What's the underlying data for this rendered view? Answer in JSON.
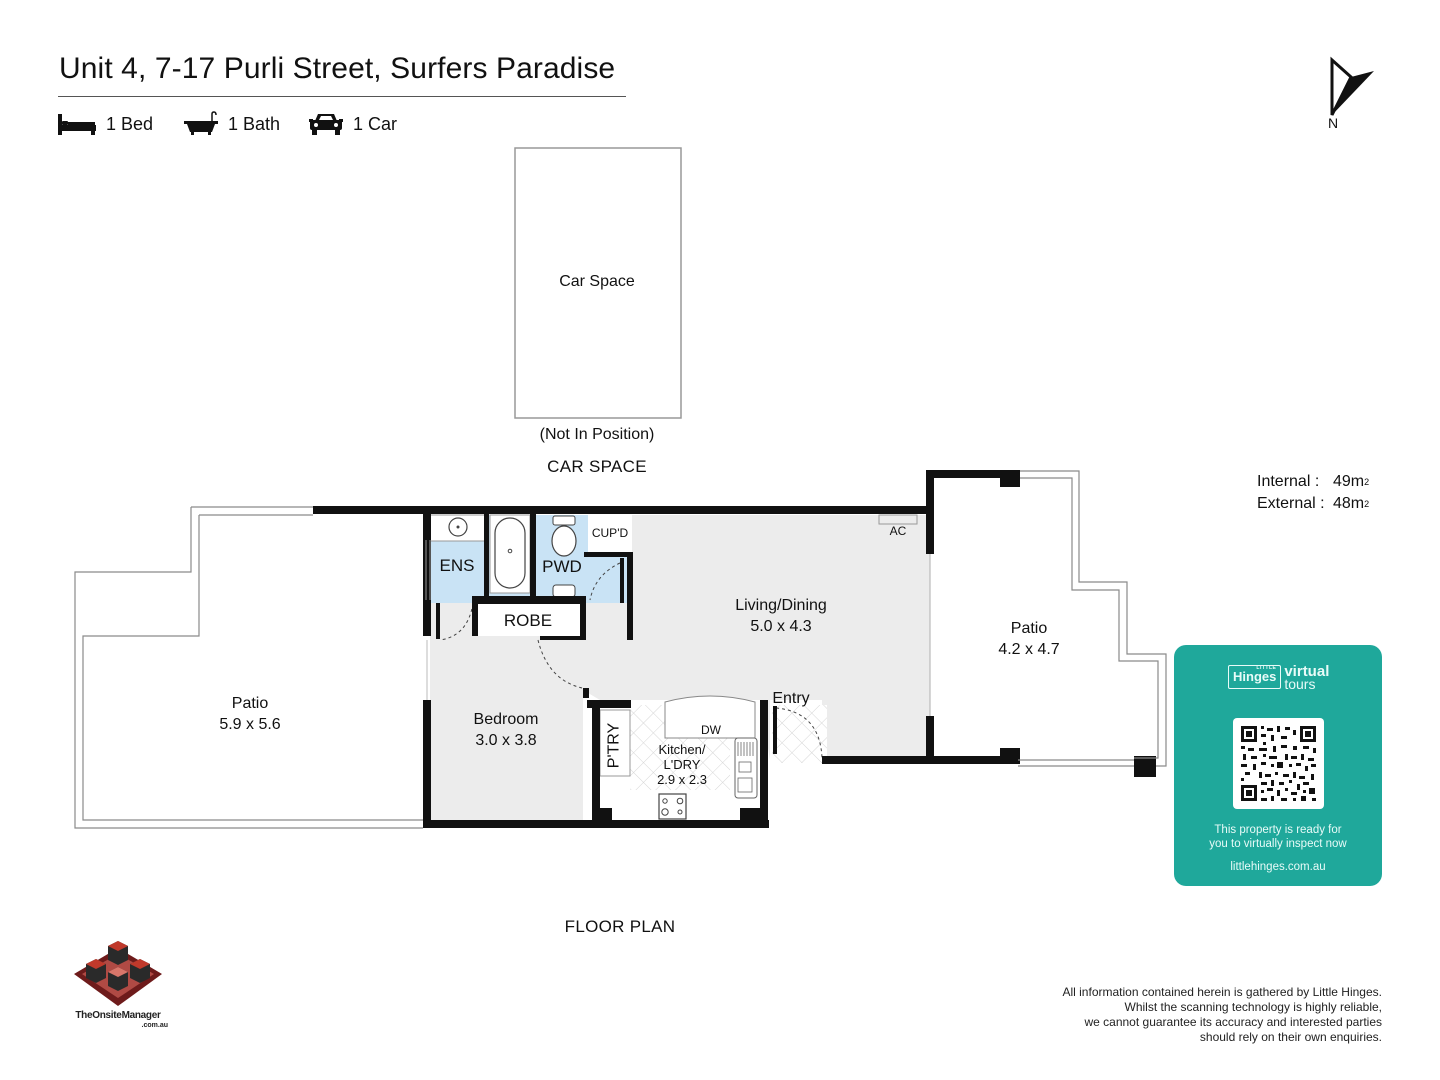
{
  "header": {
    "title": "Unit 4, 7-17 Purli Street, Surfers Paradise",
    "features": [
      {
        "icon": "bed-icon",
        "label": "1 Bed"
      },
      {
        "icon": "bath-icon",
        "label": "1 Bath"
      },
      {
        "icon": "car-icon",
        "label": "1 Car"
      }
    ]
  },
  "compass": {
    "icon": "north-arrow-icon",
    "label": "N"
  },
  "car_space": {
    "label": "Car Space",
    "note": "(Not In Position)",
    "caption": "CAR SPACE"
  },
  "areas": {
    "internal_label": "Internal  :",
    "internal_value": "49m",
    "external_label": "External :",
    "external_value": "48m",
    "unit_sup": "2"
  },
  "rooms": {
    "patio_west": {
      "name": "Patio",
      "size": "5.9 x 5.6"
    },
    "ensuite": {
      "name": "ENS"
    },
    "powder": {
      "name": "PWD"
    },
    "cupboard": {
      "name": "CUP'D"
    },
    "robe": {
      "name": "ROBE"
    },
    "living": {
      "name": "Living/Dining",
      "size": "5.0 x 4.3"
    },
    "ac": {
      "name": "AC"
    },
    "bedroom": {
      "name": "Bedroom",
      "size": "3.0 x 3.8"
    },
    "pantry": {
      "name": "P'TRY"
    },
    "kitchen": {
      "name": "Kitchen/",
      "name2": "L'DRY",
      "size": "2.9 x 2.3"
    },
    "dishwasher": {
      "name": "DW"
    },
    "entry": {
      "name": "Entry"
    },
    "patio_east": {
      "name": "Patio",
      "size": "4.2 x 4.7"
    }
  },
  "plan_caption": "FLOOR PLAN",
  "virtual_tour": {
    "brand_small": "LITTLE",
    "brand": "Hinges",
    "word1": "virtual",
    "word2": "tours",
    "message_line1": "This property is ready for",
    "message_line2": "you to virtually inspect now",
    "url": "littlehinges.com.au",
    "color": "#1fa89b"
  },
  "logo": {
    "name": "TheOnsiteManager",
    "domain": ".com.au"
  },
  "disclaimer": {
    "line1": "All information contained herein is gathered by Little Hinges.",
    "line2": "Whilst the scanning technology is highly reliable,",
    "line3": "we cannot guarantee its accuracy and interested parties",
    "line4": "should rely on their own enquiries."
  }
}
